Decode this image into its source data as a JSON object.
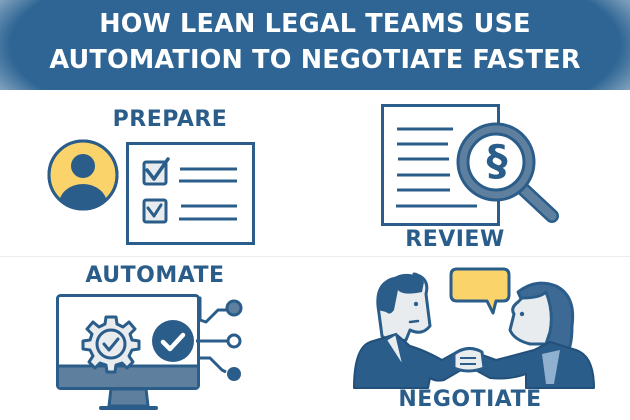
{
  "title": {
    "line1": "HOW LEAN LEGAL TEAMS USE",
    "line2": "AUTOMATION TO NEGOTIATE FASTER"
  },
  "steps": [
    {
      "label": "PREPARE",
      "icon": "checklist-with-person-icon"
    },
    {
      "label": "REVIEW",
      "icon": "document-magnifier-section-icon"
    },
    {
      "label": "AUTOMATE",
      "icon": "monitor-gear-checkmark-icon"
    },
    {
      "label": "NEGOTIATE",
      "icon": "handshake-speech-bubble-icon"
    }
  ],
  "colors": {
    "primary": "#2a5d8a",
    "banner": "#2e6594",
    "accent_yellow": "#fad36b",
    "light_fill": "#e9ecef",
    "steel": "#5f7f9f"
  }
}
